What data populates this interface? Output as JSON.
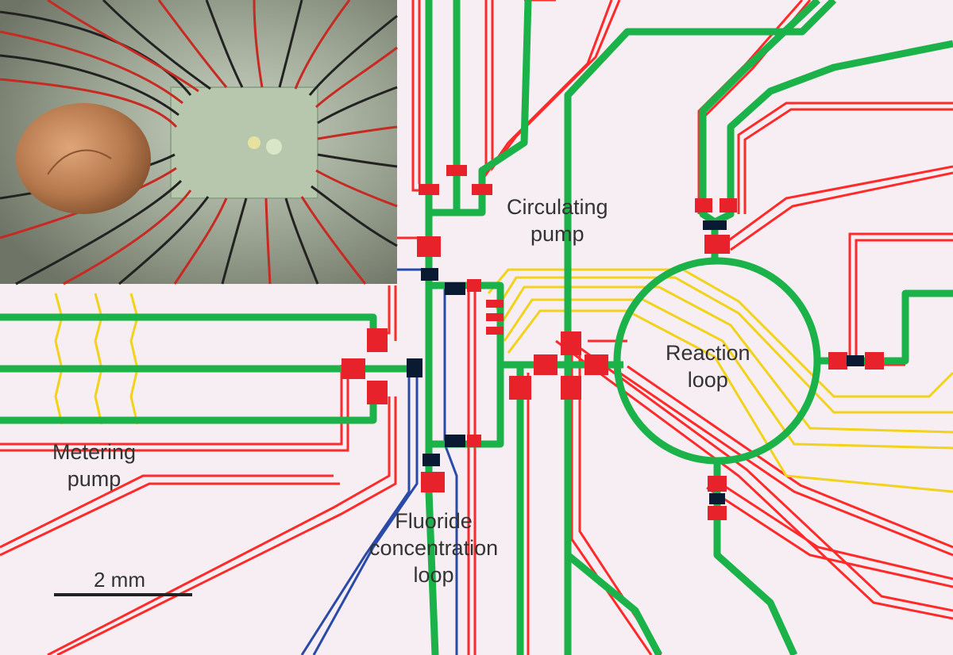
{
  "labels": {
    "circulating_pump": [
      "Circulating",
      "pump"
    ],
    "reaction_loop": [
      "Reaction",
      "loop"
    ],
    "metering_pump": [
      "Metering",
      "pump"
    ],
    "fluoride_loop": [
      "Fluoride",
      "concentration",
      "loop"
    ]
  },
  "scale_bar": {
    "text": "2 mm"
  },
  "photo_inset": {
    "description_icon": "chip-photo-with-coin"
  },
  "colors": {
    "background": "#f6eef2",
    "flow_channel": "#1bb24a",
    "control_line_red": "#ff2a2a",
    "control_line_yellow": "#f2d21b",
    "control_line_blue": "#2a4aa8",
    "valve": "#e8222a",
    "valve_dark": "#0a1a33"
  }
}
